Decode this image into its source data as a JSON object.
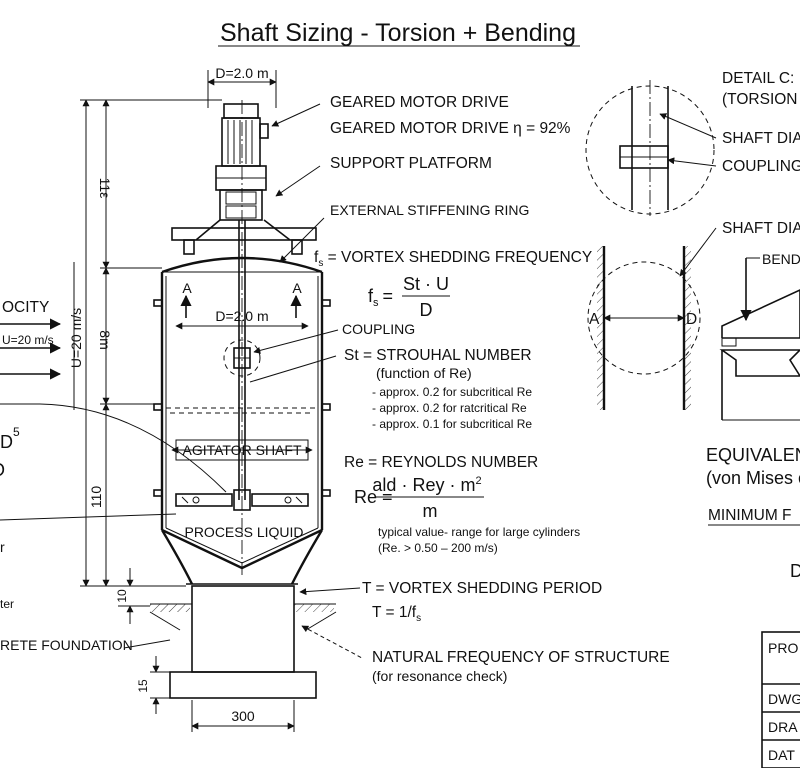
{
  "title": "Shaft Sizing - Torsion + Bending",
  "dims": {
    "top_diameter": "D=2.0 m",
    "inner_diameter": "D=2.0 m",
    "h1": "11ε",
    "h2": "8m",
    "h3": "110",
    "h4": "10",
    "h5": "15",
    "base_width": "300",
    "wind_u": "U=20 m/s",
    "wind_u2": "U=20 m/s"
  },
  "velocity_label": "OCITY",
  "left_fragments": [
    "D",
    "5",
    "D",
    "r",
    "ter"
  ],
  "foundation_label": "RETE FOUNDATION",
  "section_marks": [
    "A",
    "A"
  ],
  "callouts": {
    "geared_motor": "GEARED MOTOR DRIVE",
    "geared_motor_eff": "GEARED MOTOR DRIVE η = 92%",
    "support_platform": "SUPPORT PLATFORM",
    "stiffening_ring": "EXTERNAL STIFFENING RING",
    "coupling": "COUPLING",
    "agitator_shaft": "AGITATOR SHAFT",
    "process_liquid": "PROCESS LIQUID"
  },
  "formulas": {
    "fs_def_sym": "f",
    "fs_def_sub": "s",
    "fs_def_text": " = VORTEX SHEDDING FREQUENCY",
    "fs_lhs": "f",
    "fs_lhs_sub": "s",
    "fs_eq": "=",
    "fs_num": "St · U",
    "fs_den": "D",
    "st_def": "St = STROUHAL NUMBER",
    "st_paren": "(function of Re)",
    "st_notes": [
      "- approx. 0.2 for subcritical Re",
      "- approx. 0.2 for ratcritical Re",
      "- approx. 0.1 for subcritical Re"
    ],
    "re_def": "Re = REYNOLDS NUMBER",
    "re_lhs": "Re =",
    "re_num": "ald · Rey · m",
    "re_num_sup": "2",
    "re_den": "m",
    "re_note1": "typical value- range for large cylinders",
    "re_note2": "(Re. > 0.50 – 200 m/s)",
    "t_def": "T = VORTEX SHEDDING PERIOD",
    "t_eq": "T = 1/f",
    "t_eq_sub": "s",
    "nat_freq": "NATURAL FREQUENCY OF STRUCTURE",
    "nat_freq_note": "(for resonance check)"
  },
  "right_panel": {
    "detail_title_1": "DETAIL C:",
    "detail_title_2": "(TORSION",
    "shaft_dia": "SHAFT DIA",
    "coupling": "COUPLING",
    "shaft_dia_2": "SHAFT DIA",
    "bend": "BEND",
    "sec_a": "A",
    "sec_d": "D",
    "equivalent": "EQUIVALEN",
    "von_mises": "(von Mises c",
    "minimum": "MINIMUM F",
    "d_frag": "D"
  },
  "title_block": {
    "row1": "PRO",
    "row2": "DWG",
    "row3": "DRA",
    "row4": "DAT"
  },
  "colors": {
    "ink": "#111111",
    "paper": "#ffffff"
  }
}
